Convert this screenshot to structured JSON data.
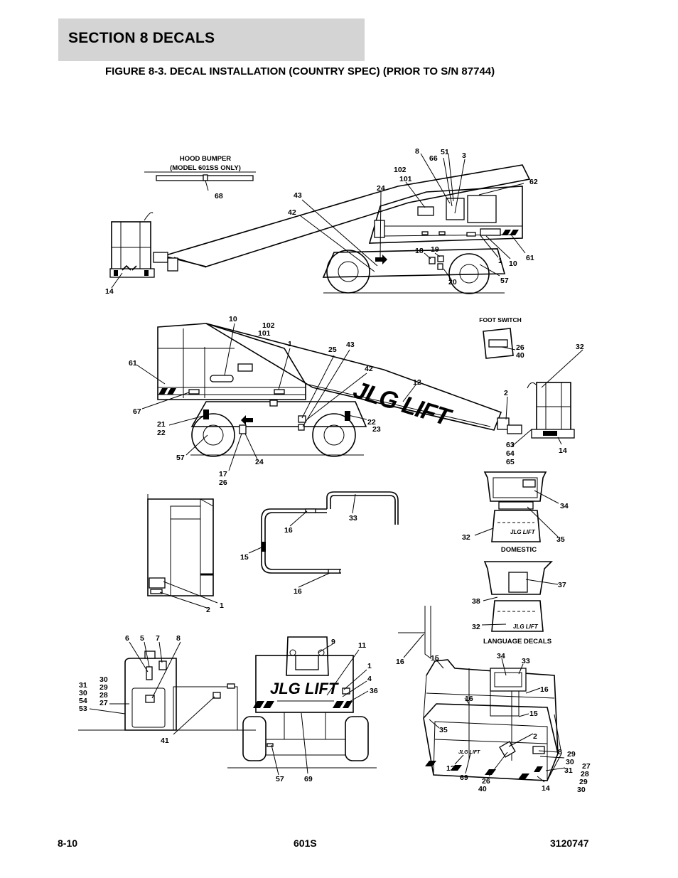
{
  "header": {
    "section": "SECTION 8   DECALS"
  },
  "figure": {
    "title": "FIGURE 8-3. DECAL INSTALLATION (COUNTRY SPEC) (PRIOR TO S/N 87744)"
  },
  "captions": {
    "hood_bumper": "HOOD BUMPER",
    "hood_bumper_model": "(MODEL 601SS ONLY)",
    "foot_switch": "FOOT SWITCH",
    "domestic": "DOMESTIC",
    "language_decals": "LANGUAGE DECALS"
  },
  "logo_text": "JLG LIFT",
  "callouts": {
    "v1": [
      "68",
      "8",
      "51",
      "66",
      "3",
      "102",
      "101",
      "24",
      "62",
      "43",
      "42",
      "18",
      "19",
      "1",
      "10",
      "61",
      "57",
      "20",
      "14"
    ],
    "v2": [
      "10",
      "102",
      "101",
      "1",
      "25",
      "43",
      "61",
      "42",
      "12",
      "2",
      "32",
      "67",
      "21",
      "22",
      "57",
      "24",
      "17",
      "26",
      "22",
      "23",
      "63",
      "64",
      "65",
      "14",
      "26",
      "40"
    ],
    "v3": [
      "1",
      "2",
      "16",
      "33",
      "15",
      "16",
      "34",
      "35",
      "32",
      "37",
      "38",
      "32"
    ],
    "v4": [
      "6",
      "5",
      "7",
      "8",
      "30",
      "31",
      "29",
      "30",
      "28",
      "54",
      "27",
      "53",
      "41",
      "9",
      "11",
      "1",
      "4",
      "36",
      "57",
      "69",
      "16",
      "15",
      "34",
      "33",
      "16",
      "16",
      "15",
      "35",
      "2",
      "8",
      "29",
      "30",
      "31",
      "27",
      "28",
      "29",
      "30",
      "13",
      "69",
      "26",
      "40",
      "14"
    ]
  },
  "footer": {
    "left": "8-10",
    "center": "601S",
    "right": "3120747"
  }
}
